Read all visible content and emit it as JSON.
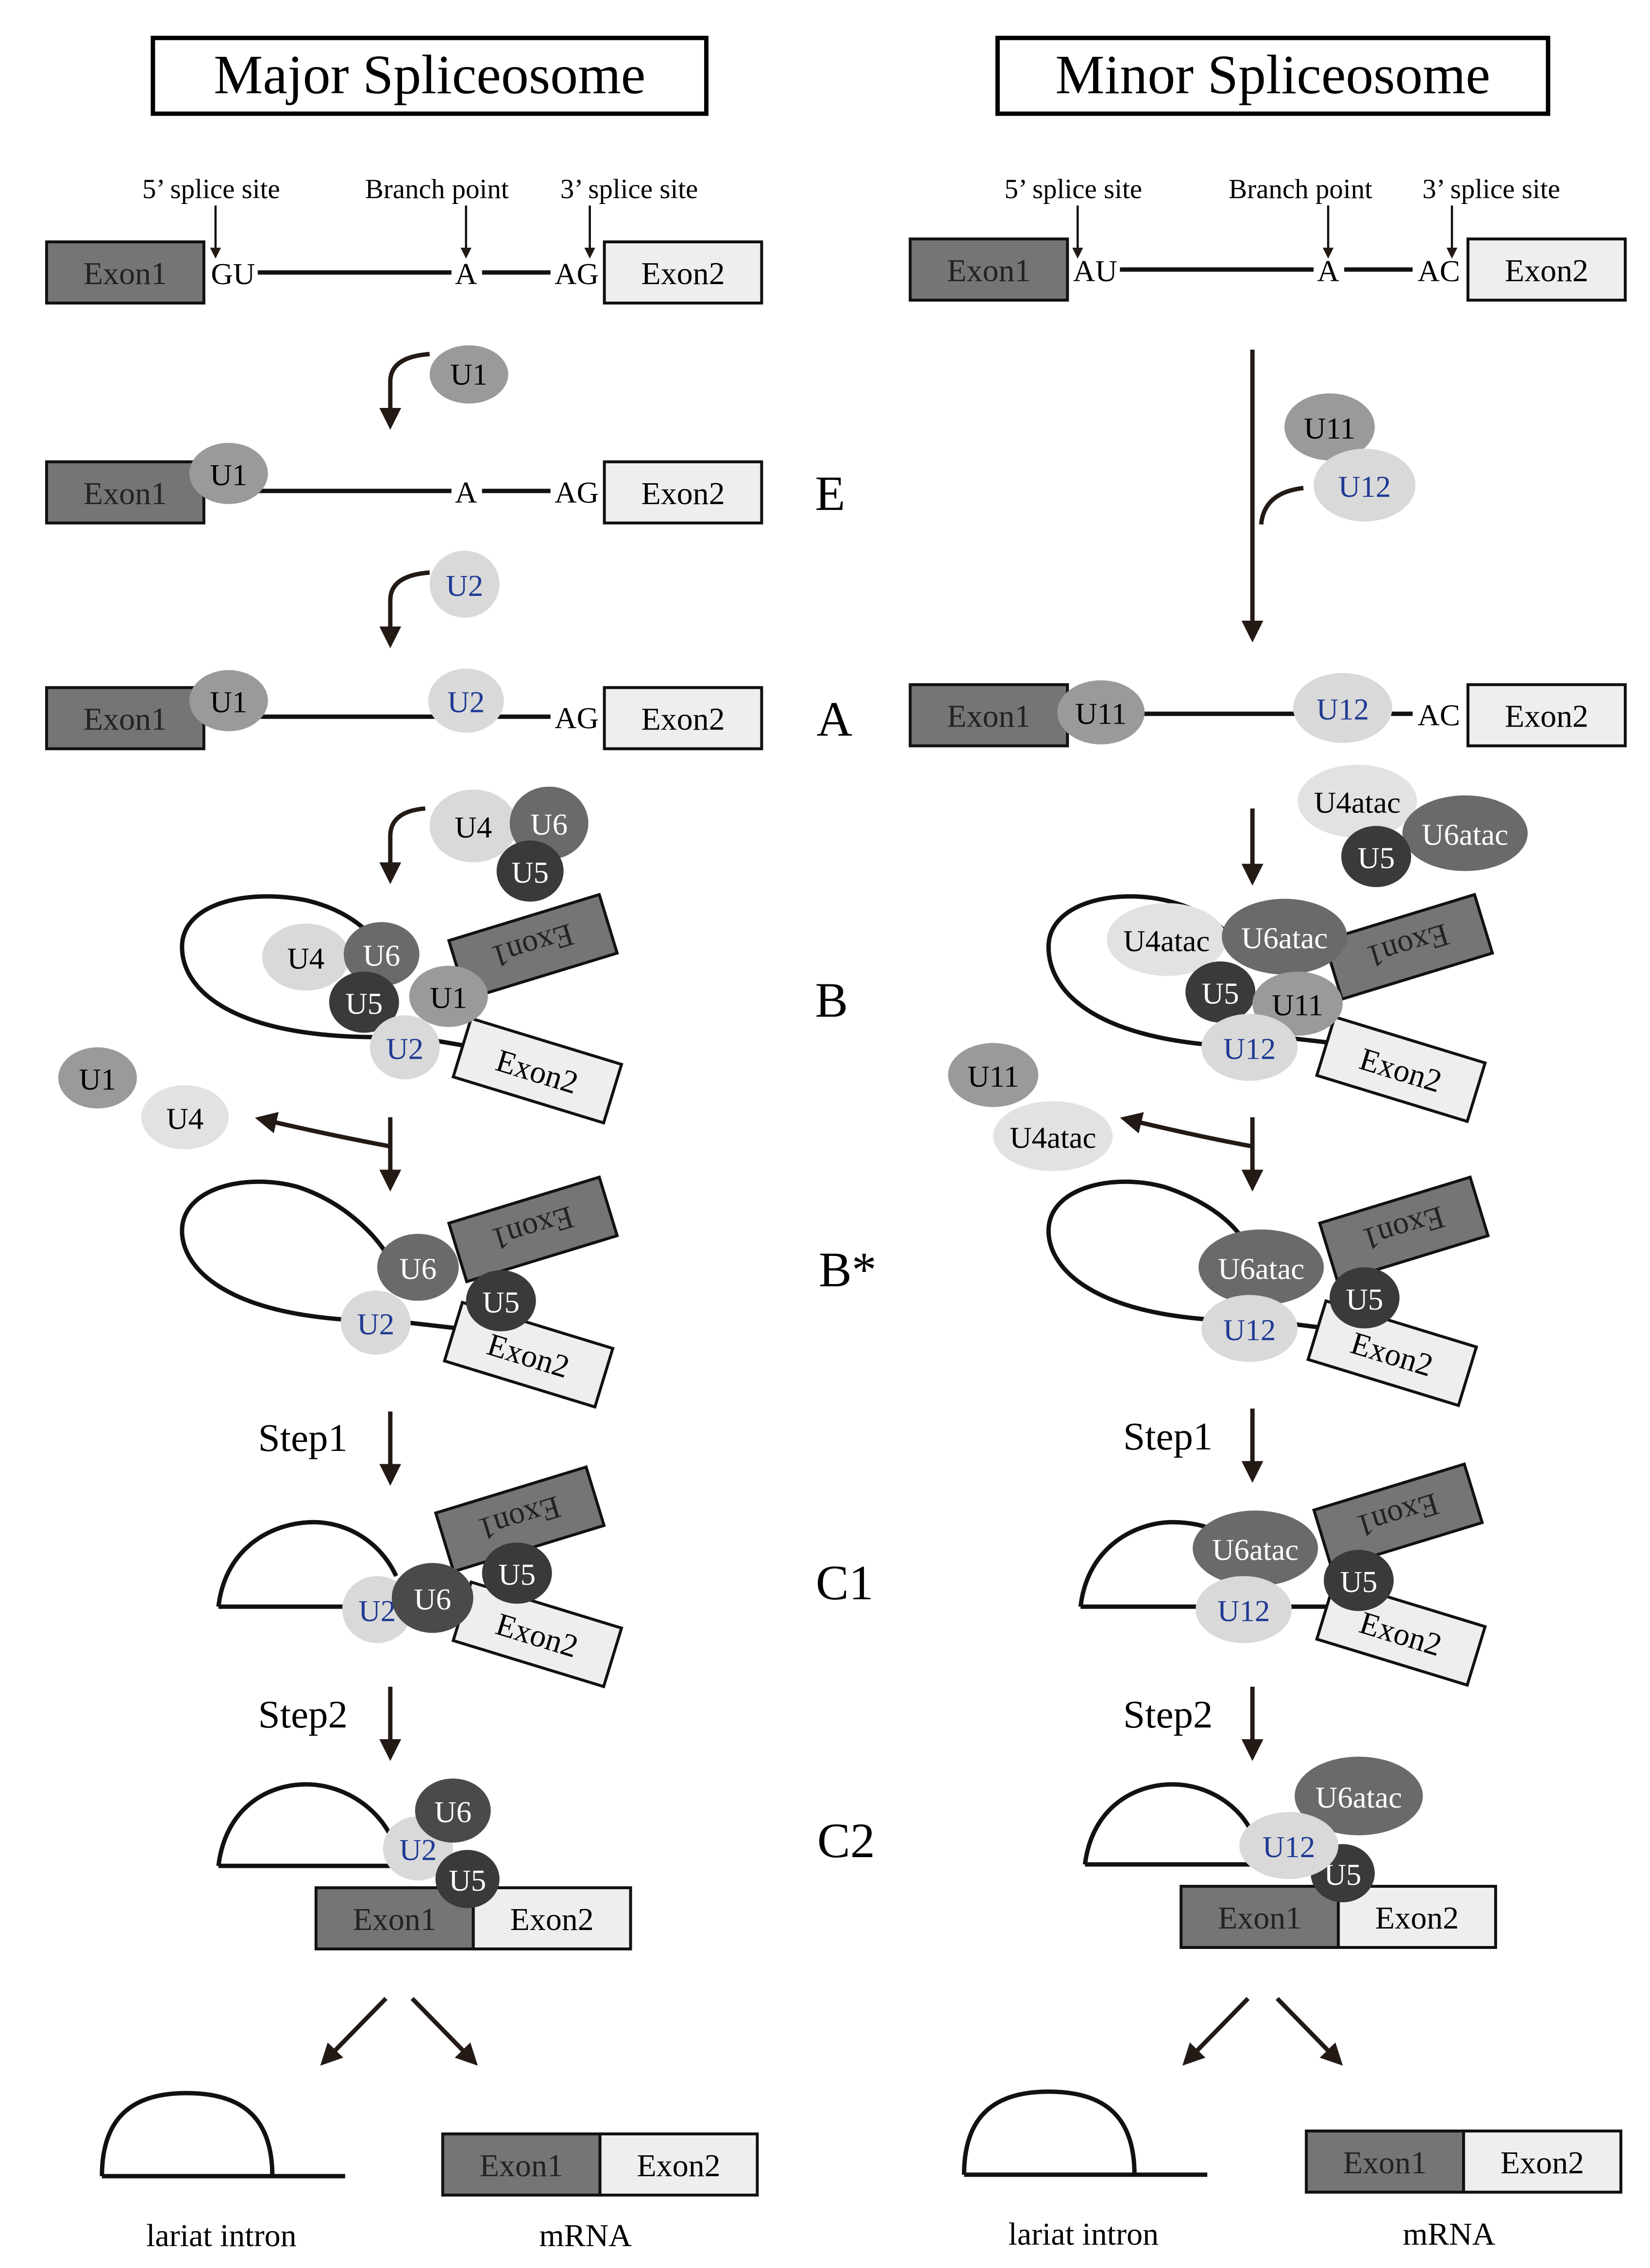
{
  "colors": {
    "exon1": "#757575",
    "exon2": "#eeeeee",
    "u1": "#9a9a9a",
    "light": "#d9d9d9",
    "dark": "#3a3a3a",
    "mid": "#6a6a6a",
    "blue_text": "#1f3a93",
    "line": "#111111",
    "arrow": "#231a16"
  },
  "text": {
    "major_title": "Major Spliceosome",
    "minor_title": "Minor Spliceosome",
    "site5": "5’ splice site",
    "branch": "Branch point",
    "site3": "3’ splice site",
    "exon1": "Exon1",
    "exon2": "Exon2",
    "gu": "GU",
    "au": "AU",
    "a": "A",
    "ag": "AG",
    "ac": "AC",
    "u1": "U1",
    "u2": "U2",
    "u4": "U4",
    "u5": "U5",
    "u6": "U6",
    "u11": "U11",
    "u12": "U12",
    "u4atac": "U4atac",
    "u6atac": "U6atac",
    "step1": "Step1",
    "step2": "Step2",
    "lariat": "lariat intron",
    "mrna": "mRNA"
  },
  "stages": [
    "E",
    "A",
    "B",
    "B*",
    "C1",
    "C2"
  ]
}
